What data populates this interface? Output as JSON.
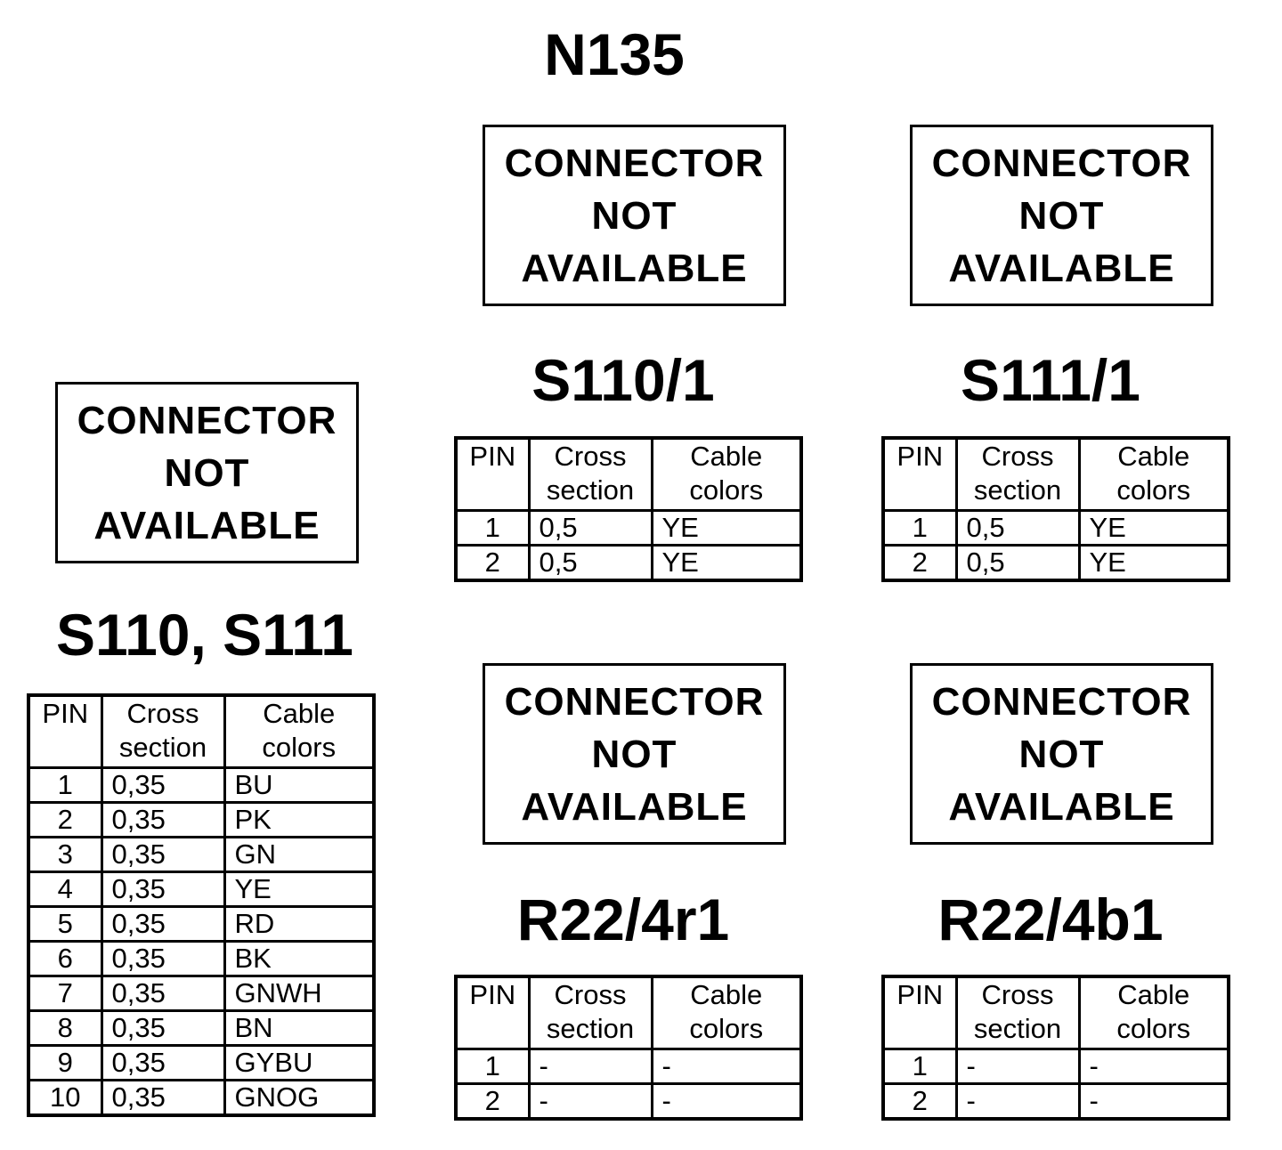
{
  "page_title": "N135",
  "na_text": {
    "line1": "CONNECTOR",
    "line2": "NOT",
    "line3": "AVAILABLE"
  },
  "table_header": {
    "pin": "PIN",
    "cross_1": "Cross",
    "cross_2": "section",
    "cable_1": "Cable",
    "cable_2": "colors"
  },
  "connectors": {
    "s110_s111": {
      "title": "S110, S111",
      "rows": [
        {
          "pin": "1",
          "cross_section": "0,35",
          "color": "BU"
        },
        {
          "pin": "2",
          "cross_section": "0,35",
          "color": "PK"
        },
        {
          "pin": "3",
          "cross_section": "0,35",
          "color": "GN"
        },
        {
          "pin": "4",
          "cross_section": "0,35",
          "color": "YE"
        },
        {
          "pin": "5",
          "cross_section": "0,35",
          "color": "RD"
        },
        {
          "pin": "6",
          "cross_section": "0,35",
          "color": "BK"
        },
        {
          "pin": "7",
          "cross_section": "0,35",
          "color": "GNWH"
        },
        {
          "pin": "8",
          "cross_section": "0,35",
          "color": "BN"
        },
        {
          "pin": "9",
          "cross_section": "0,35",
          "color": "GYBU"
        },
        {
          "pin": "10",
          "cross_section": "0,35",
          "color": "GNOG"
        }
      ]
    },
    "s110_1": {
      "title": "S110/1",
      "rows": [
        {
          "pin": "1",
          "cross_section": "0,5",
          "color": "YE"
        },
        {
          "pin": "2",
          "cross_section": "0,5",
          "color": "YE"
        }
      ]
    },
    "s111_1": {
      "title": "S111/1",
      "rows": [
        {
          "pin": "1",
          "cross_section": "0,5",
          "color": "YE"
        },
        {
          "pin": "2",
          "cross_section": "0,5",
          "color": "YE"
        }
      ]
    },
    "r22_4r1": {
      "title": "R22/4r1",
      "rows": [
        {
          "pin": "1",
          "cross_section": "-",
          "color": "-"
        },
        {
          "pin": "2",
          "cross_section": "-",
          "color": "-"
        }
      ]
    },
    "r22_4b1": {
      "title": "R22/4b1",
      "rows": [
        {
          "pin": "1",
          "cross_section": "-",
          "color": "-"
        },
        {
          "pin": "2",
          "cross_section": "-",
          "color": "-"
        }
      ]
    }
  }
}
